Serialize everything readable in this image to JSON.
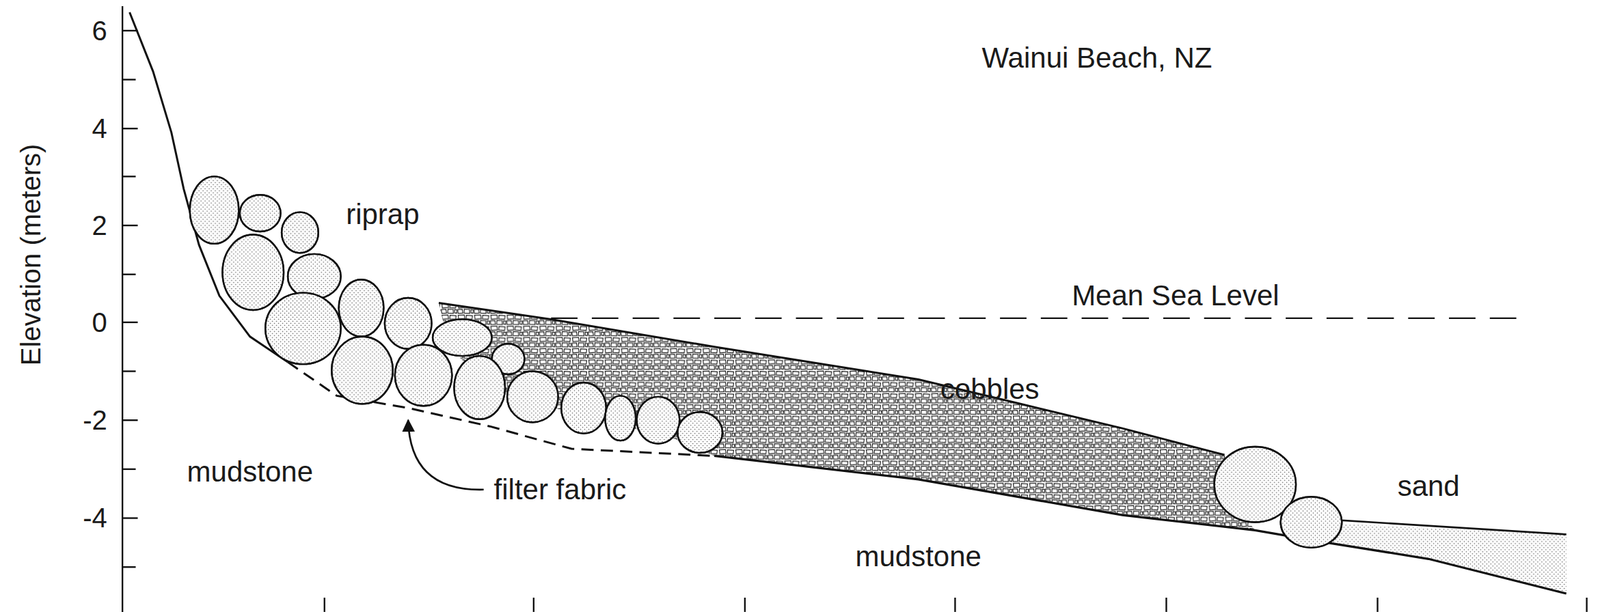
{
  "diagram": {
    "title": "Wainui Beach, NZ",
    "labels": [
      "6",
      "4",
      "2",
      "0",
      "-2",
      "-4",
      "Elevation (meters)",
      "riprap",
      "Mean Sea Level",
      "cobbles",
      "filter fabric",
      "mudstone",
      "mudstone",
      "sand"
    ]
  }
}
